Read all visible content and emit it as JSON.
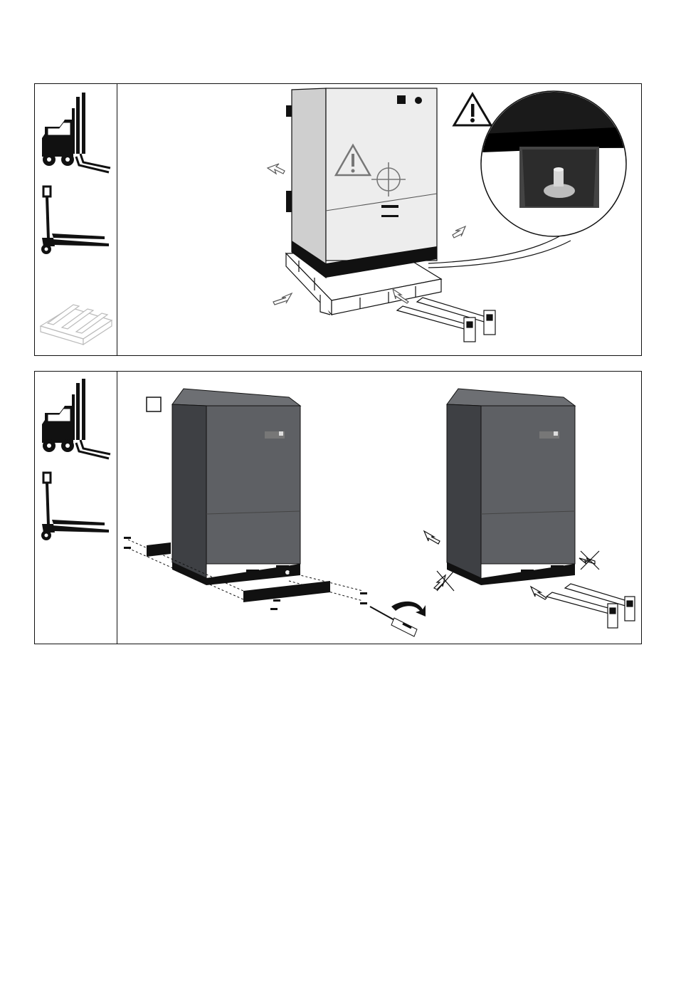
{
  "page": {
    "description_free": true
  },
  "panels": [
    {
      "id": "unloading-from-pallet",
      "equipment": [
        "forklift-icon",
        "pallet-jack-icon",
        "pallet-icon"
      ],
      "warning_symbols": 2
    },
    {
      "id": "removing-transport-base",
      "equipment": [
        "forklift-icon",
        "pallet-jack-icon"
      ],
      "checkbox_label": ""
    }
  ],
  "colors": {
    "line": "#111111",
    "cabinet_light": "#e9e9e9",
    "cabinet_dark": "#5a5c60",
    "cabinet_side": "#3e4044",
    "pallet": "#ffffff",
    "warning": "#111111"
  }
}
